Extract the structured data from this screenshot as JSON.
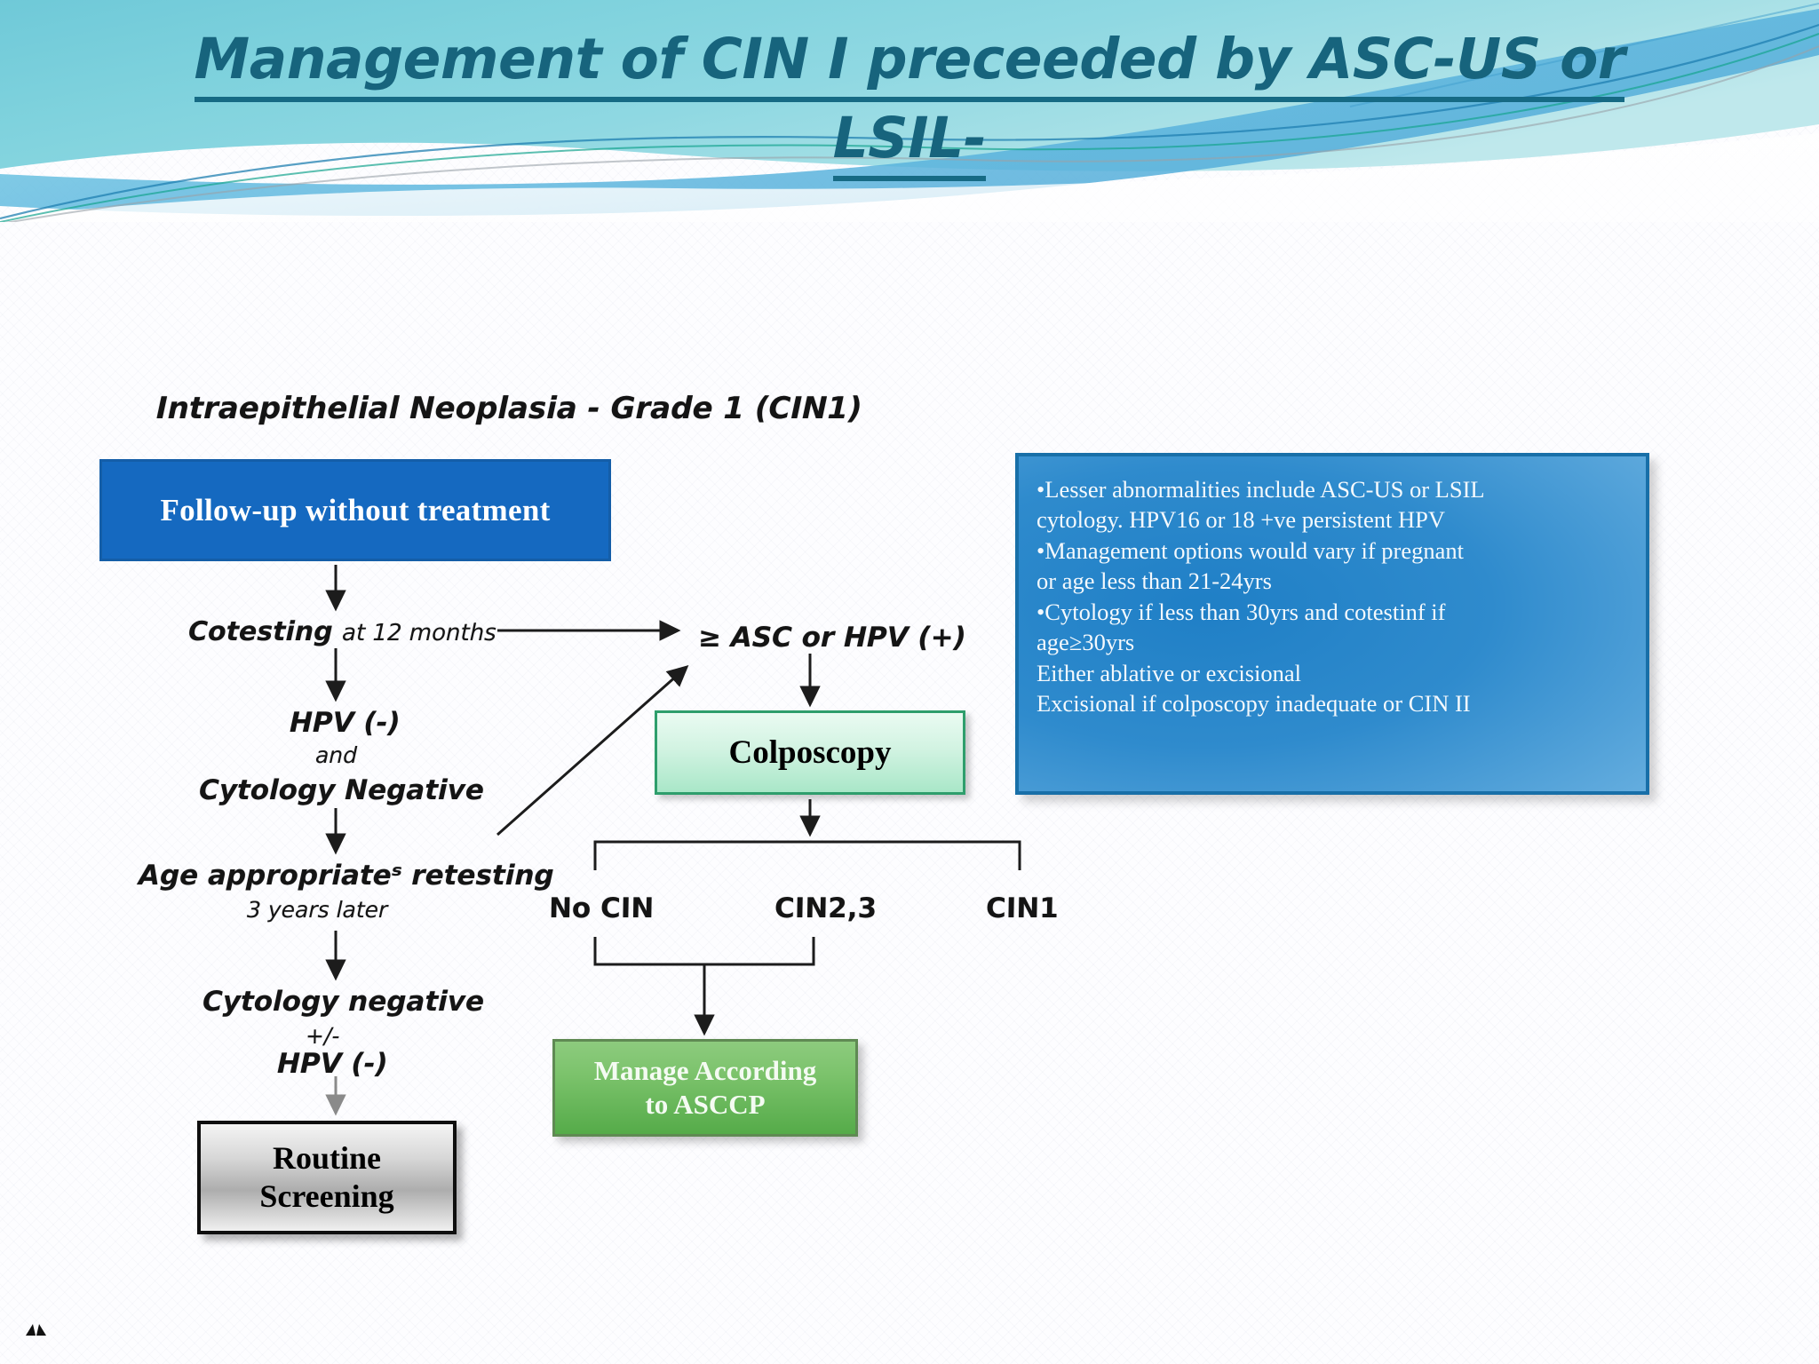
{
  "slide": {
    "title_line1": "Management of CIN I preceeded by ASC-US or",
    "title_line2": "LSIL-",
    "title_color": "#17647d",
    "accent_color": "#166a84"
  },
  "flowchart": {
    "heading": "Intraepithelial Neoplasia - Grade 1 (CIN1)",
    "nodes": {
      "followup": "Follow-up without treatment",
      "colposcopy": "Colposcopy",
      "asccp_line1": "Manage According",
      "asccp_line2": "to ASCCP",
      "routine_line1": "Routine",
      "routine_line2": "Screening"
    },
    "labels": {
      "cotesting_bold": "Cotesting",
      "cotesting_rest": "at 12 months",
      "asc_hpv_pos": "≥ ASC or HPV (+)",
      "hpv_neg": "HPV (-)",
      "and": "and",
      "cytology_negative_bold": "Cytology Negative",
      "age_appropriate": "Age appropriateˢ retesting",
      "three_years": "3 years later",
      "cytology_negative": "Cytology negative",
      "plus_minus": "+/-",
      "hpv_neg2": "HPV (-)",
      "no_cin": "No CIN",
      "cin23": "CIN2,3",
      "cin1": "CIN1"
    },
    "colors": {
      "followup_fill": "#1569c0",
      "colposcopy_fill": "#d2f3e2",
      "colposcopy_border": "#2e9e6c",
      "asccp_fill": "#7cc36c",
      "routine_fill": "#d7d7d7",
      "notes_fill": "#2f8bcd"
    }
  },
  "notes": {
    "lines": [
      "•Lesser abnormalities include ASC-US or LSIL",
      "cytology. HPV16 or 18 +ve  persistent HPV",
      "•Management options would vary if pregnant",
      "or age less than 21-24yrs",
      "•Cytology if less than 30yrs and cotestinf if",
      "age≥30yrs",
      "Either ablative or excisional",
      "Excisional if colposcopy inadequate or CIN II"
    ]
  }
}
